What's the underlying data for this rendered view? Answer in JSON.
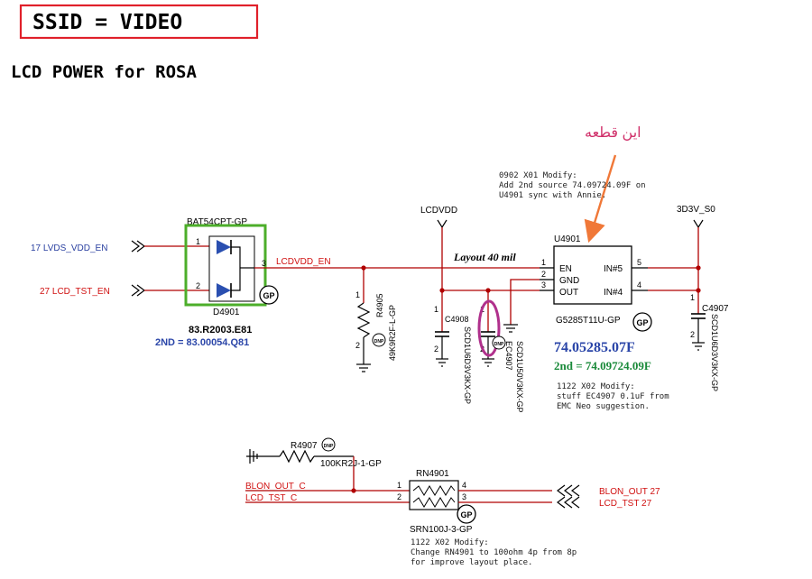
{
  "header": {
    "ssid_label": "SSID = VIDEO",
    "section_title": "LCD POWER for ROSA"
  },
  "annotation": {
    "persian_note": "این قطعه"
  },
  "notes": {
    "modify_1": [
      "0902 X01 Modify:",
      "Add 2nd source 74.09724.09F on",
      "U4901 sync with Annie."
    ],
    "modify_2": [
      "1122 X02 Modify:",
      "stuff EC4907 0.1uF from",
      "EMC Neo suggestion."
    ],
    "modify_3": [
      "1122 X02 Modify:",
      "Change RN4901 to 100ohm 4p from 8p",
      "for improve layout place."
    ],
    "layout_note": "Layout 40 mil"
  },
  "nets": {
    "lvds_vdd_en": "17  LVDS_VDD_EN",
    "lcd_tst_en": "27  LCD_TST_EN",
    "lcdvdd_en": "LCDVDD_EN",
    "lcdvdd": "LCDVDD",
    "v3d3": "3D3V_S0",
    "blon_out_c": "BLON_OUT_C",
    "lcd_tst_c": "LCD_TST_C",
    "blon_out_27": "BLON_OUT  27",
    "lcd_tst_27": "LCD_TST  27"
  },
  "components": {
    "d4901": {
      "part": "BAT54CPT-GP",
      "ref": "D4901",
      "pn": "83.R2003.E81",
      "second": "2ND = 83.00054.Q81",
      "pins": [
        "1",
        "2",
        "3"
      ]
    },
    "r4905": {
      "ref": "R4905",
      "value": "49K9R2F-L-GP",
      "pins": [
        "1",
        "2"
      ]
    },
    "c4908": {
      "ref": "C4908",
      "value": "SCD1U6D3V3KX-GP",
      "pins": [
        "1",
        "2"
      ]
    },
    "ec4907": {
      "ref": "EC4907",
      "value": "SCD1U50V3KX-GP",
      "pins": [
        "1",
        "2"
      ]
    },
    "u4901": {
      "ref": "U4901",
      "part": "G5285T11U-GP",
      "pn": "74.05285.07F",
      "second": "2nd = 74.09724.09F",
      "pins_left": [
        {
          "num": "1",
          "name": "EN"
        },
        {
          "num": "2",
          "name": "GND"
        },
        {
          "num": "3",
          "name": "OUT"
        }
      ],
      "pins_right": [
        {
          "num": "5",
          "name": "IN#5"
        },
        {
          "num": "4",
          "name": "IN#4"
        }
      ]
    },
    "c4907": {
      "ref": "C4907",
      "value": "SCD1U6D3V3KX-GP",
      "pins": [
        "1",
        "2"
      ]
    },
    "r4907": {
      "ref": "R4907",
      "value": "100KR2J-1-GP"
    },
    "rn4901": {
      "ref": "RN4901",
      "part": "SRN100J-3-GP",
      "pins": [
        "1",
        "2",
        "3",
        "4"
      ]
    }
  },
  "badges": {
    "gp": "GP",
    "dnp": "DNP"
  },
  "colors": {
    "wire": "#b00000",
    "ssid_border": "#e0202a",
    "highlight_green": "#4cae2a",
    "ellipse": "#b0308c",
    "arrow": "#f07838",
    "net_blue": "#2a40a0",
    "pn_blue": "#2a45a8",
    "second_green": "#1a8a3a"
  }
}
